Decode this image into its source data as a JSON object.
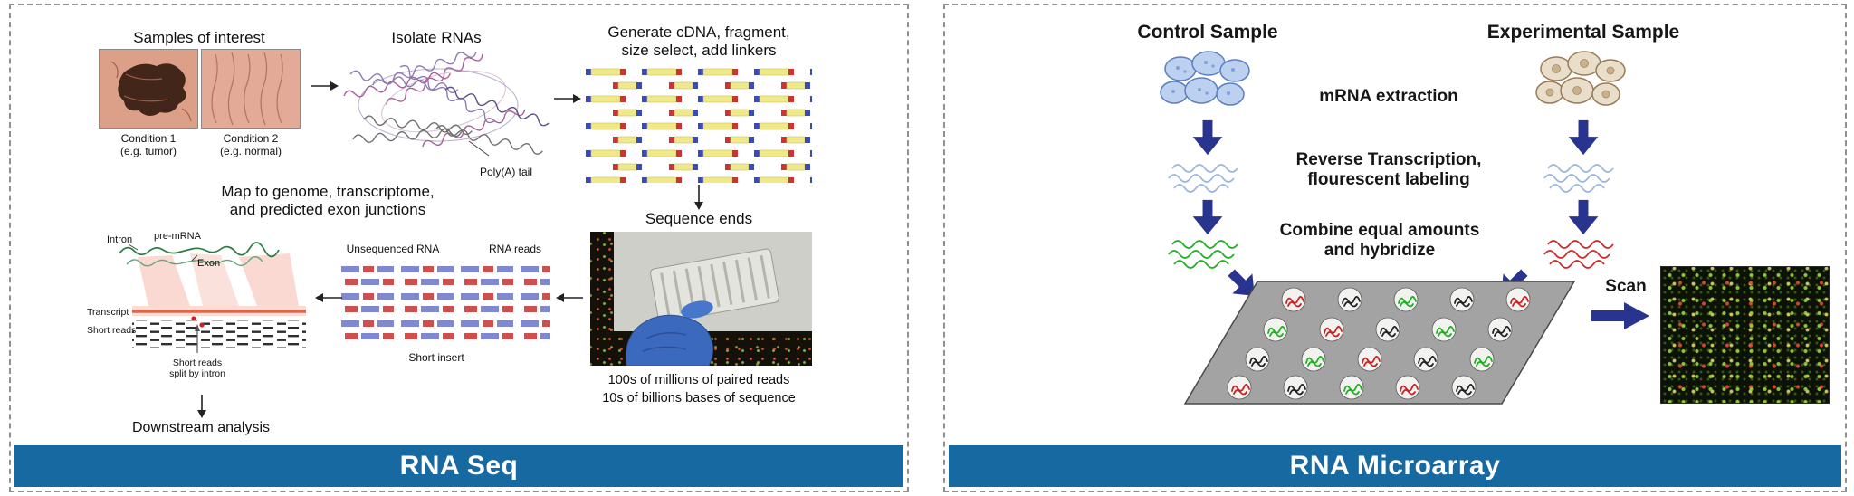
{
  "colors": {
    "banner_bg": "#1769a1",
    "block_arrow_blue": "#28348e",
    "fragment_yellow": "#efe98a",
    "read_blue": "#8089cf",
    "read_red": "#cf4f4f",
    "mrna_green": "#1faf1f",
    "labeled_red": "#cc2a2a"
  },
  "rnaseq": {
    "banner_label": "RNA Seq",
    "samples_title": "Samples of interest",
    "condition1": {
      "line1": "Condition 1",
      "line2": "(e.g. tumor)"
    },
    "condition2": {
      "line1": "Condition 2",
      "line2": "(e.g. normal)"
    },
    "isolate_title": "Isolate RNAs",
    "polya_label": "Poly(A) tail",
    "cdna_title": {
      "line1": "Generate cDNA, fragment,",
      "line2": "size select, add linkers"
    },
    "sequence_title": "Sequence ends",
    "seq_caption": {
      "line1": "100s of millions of paired reads",
      "line2": "10s of billions bases of sequence"
    },
    "map_title": {
      "line1": "Map to genome, transcriptome,",
      "line2": "and predicted exon junctions"
    },
    "map_labels": {
      "intron": "Intron",
      "pre_mrna": "pre-mRNA",
      "exon": "Exon",
      "transcript": "Transcript",
      "short_reads": "Short reads",
      "split1": "Short reads",
      "split2": "split by intron"
    },
    "reads_labels": {
      "unsequenced": "Unsequenced RNA",
      "rna_reads": "RNA reads",
      "short_insert": "Short insert"
    },
    "downstream_label": "Downstream analysis"
  },
  "microarray": {
    "banner_label": "RNA Microarray",
    "control_title": "Control Sample",
    "experimental_title": "Experimental Sample",
    "step_extraction": "mRNA extraction",
    "step_rt": {
      "line1": "Reverse Transcription,",
      "line2": "flourescent labeling"
    },
    "step_combine": {
      "line1": "Combine equal amounts",
      "line2": "and hybridize"
    },
    "scan_label": "Scan"
  }
}
